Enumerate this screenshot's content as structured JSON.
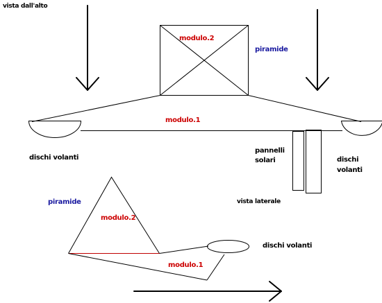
{
  "colors": {
    "line": "#000000",
    "black_label": "#000000",
    "red_label": "#cc0000",
    "blue_label": "#1a1aa0",
    "red_line": "#c00000",
    "background": "#ffffff"
  },
  "labels": {
    "vista_dall_alto": "vista dall'alto",
    "modulo_2_top": "modulo.2",
    "piramide_top": "piramide",
    "modulo_1_top": "modulo.1",
    "dischi_volanti_left": "dischi volanti",
    "pannelli_solari": "pannelli\nsolari",
    "dischi_volanti_right": "dischi\nvolanti",
    "piramide_side": "piramide",
    "vista_laterale": "vista laterale",
    "modulo_2_side": "modulo.2",
    "dischi_volanti_side": "dischi volanti",
    "modulo_1_side": "modulo.1"
  },
  "icons": {
    "arrow_down_left": "arrow-down-icon",
    "arrow_down_right": "arrow-down-icon",
    "arrow_right_bottom": "arrow-right-icon"
  }
}
